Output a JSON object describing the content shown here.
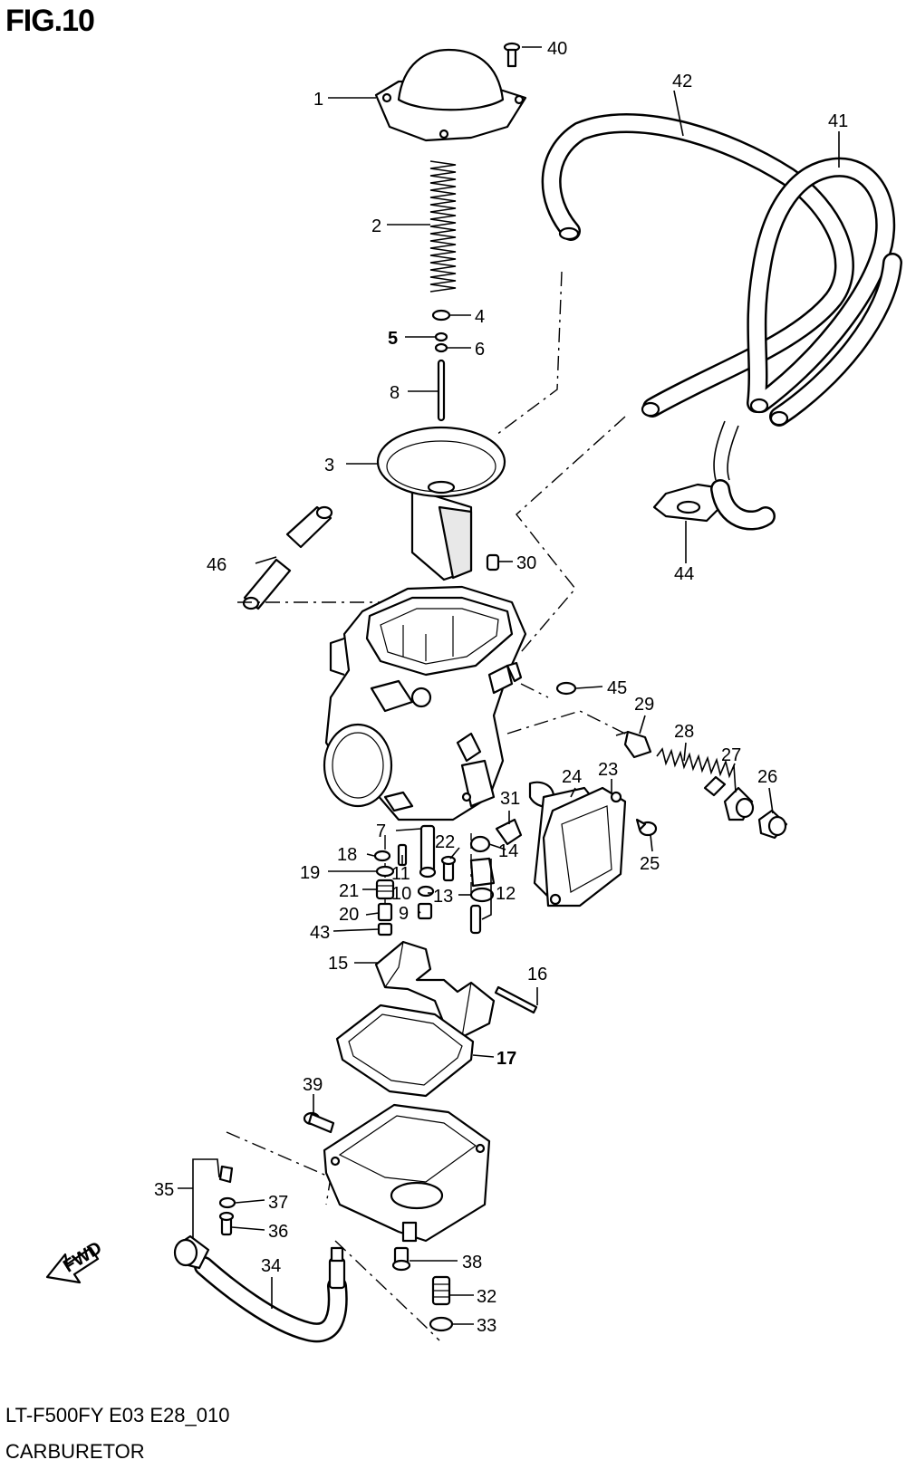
{
  "figure": {
    "title": "FIG.10",
    "model_code": "LT-F500FY E03 E28_010",
    "name": "CARBURETOR",
    "fwd_label": "FWD"
  },
  "callouts": [
    "1",
    "2",
    "3",
    "4",
    "5",
    "6",
    "7",
    "8",
    "9",
    "10",
    "11",
    "12",
    "13",
    "14",
    "15",
    "16",
    "17",
    "18",
    "19",
    "20",
    "21",
    "22",
    "23",
    "24",
    "25",
    "26",
    "27",
    "28",
    "29",
    "30",
    "31",
    "32",
    "33",
    "34",
    "35",
    "36",
    "37",
    "38",
    "39",
    "40",
    "41",
    "42",
    "43",
    "44",
    "45",
    "46"
  ]
}
